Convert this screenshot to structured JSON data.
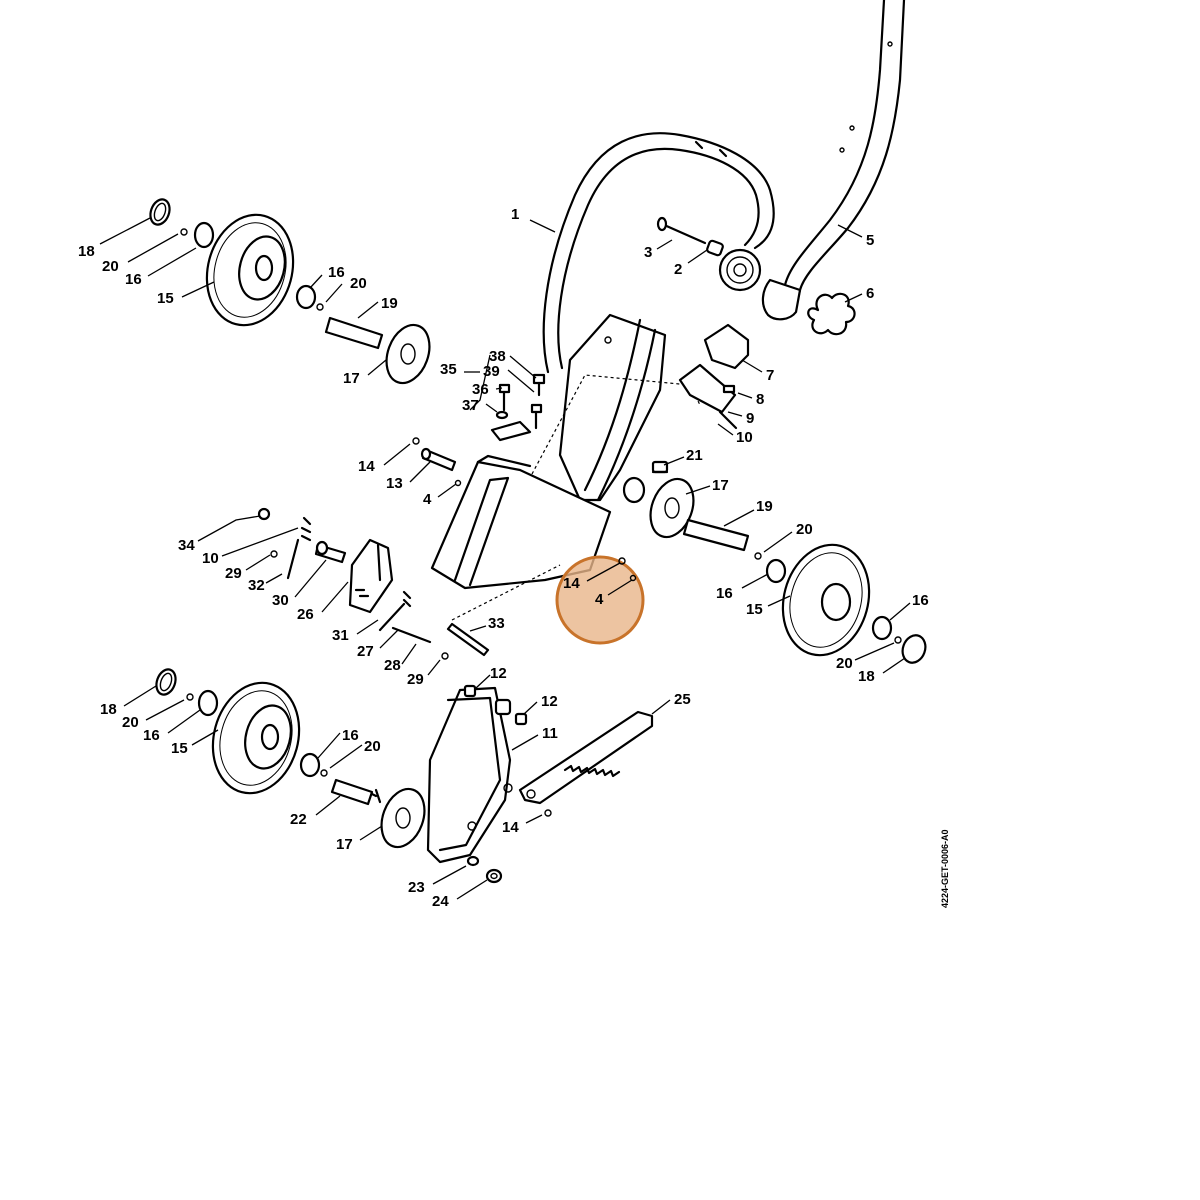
{
  "diagram": {
    "document_code": "4224-GET-0006-A0",
    "highlight": {
      "color": "#c8732a",
      "fill": "#e8b58a",
      "labels": [
        "14",
        "4"
      ]
    },
    "callouts": [
      "1",
      "2",
      "3",
      "5",
      "6",
      "7",
      "8",
      "9",
      "10",
      "18",
      "20",
      "16",
      "15",
      "16",
      "20",
      "19",
      "17",
      "35",
      "38",
      "39",
      "36",
      "37",
      "14",
      "13",
      "4",
      "21",
      "17",
      "19",
      "20",
      "16",
      "15",
      "16",
      "20",
      "18",
      "34",
      "10",
      "29",
      "32",
      "30",
      "26",
      "31",
      "27",
      "28",
      "29",
      "33",
      "14",
      "4",
      "18",
      "20",
      "16",
      "15",
      "16",
      "20",
      "22",
      "17",
      "12",
      "12",
      "11",
      "25",
      "14",
      "23",
      "24"
    ]
  }
}
